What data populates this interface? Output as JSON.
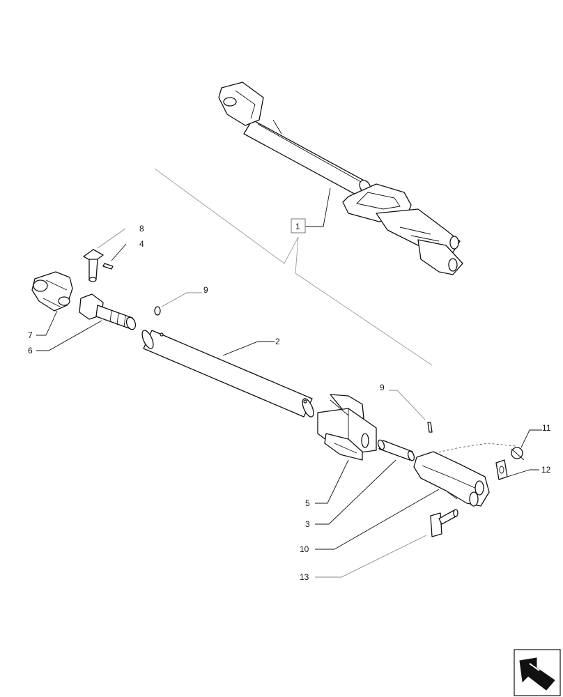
{
  "callouts": {
    "c1": "1",
    "c2": "2",
    "c3": "3",
    "c4": "4",
    "c5": "5",
    "c6": "6",
    "c7": "7",
    "c8": "8",
    "c9a": "9",
    "c9b": "9",
    "c10": "10",
    "c11": "11",
    "c12": "12",
    "c13": "13"
  },
  "icons": {
    "nav": "navigation-arrow-icon"
  }
}
